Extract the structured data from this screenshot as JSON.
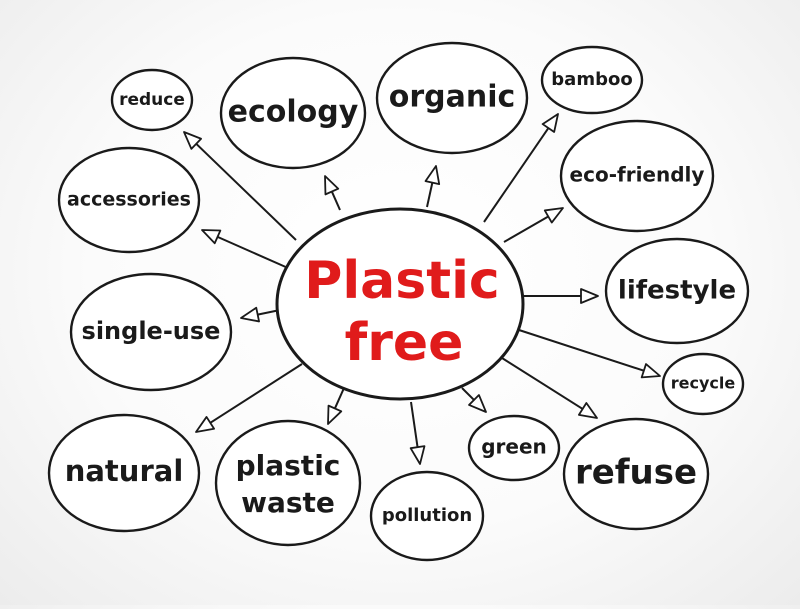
{
  "diagram": {
    "center": {
      "line1": "Plastic",
      "line2": "free",
      "color": "#e01b1b"
    },
    "nodes": [
      {
        "id": "reduce",
        "label": "reduce"
      },
      {
        "id": "ecology",
        "label": "ecology"
      },
      {
        "id": "organic",
        "label": "organic"
      },
      {
        "id": "bamboo",
        "label": "bamboo"
      },
      {
        "id": "accessories",
        "label": "accessories"
      },
      {
        "id": "eco-friendly",
        "label": "eco-friendly"
      },
      {
        "id": "lifestyle",
        "label": "lifestyle"
      },
      {
        "id": "single-use",
        "label": "single-use"
      },
      {
        "id": "recycle",
        "label": "recycle"
      },
      {
        "id": "natural",
        "label": "natural"
      },
      {
        "id": "plastic-waste",
        "label_line1": "plastic",
        "label_line2": "waste"
      },
      {
        "id": "pollution",
        "label": "pollution"
      },
      {
        "id": "green",
        "label": "green"
      },
      {
        "id": "refuse",
        "label": "refuse"
      }
    ]
  }
}
